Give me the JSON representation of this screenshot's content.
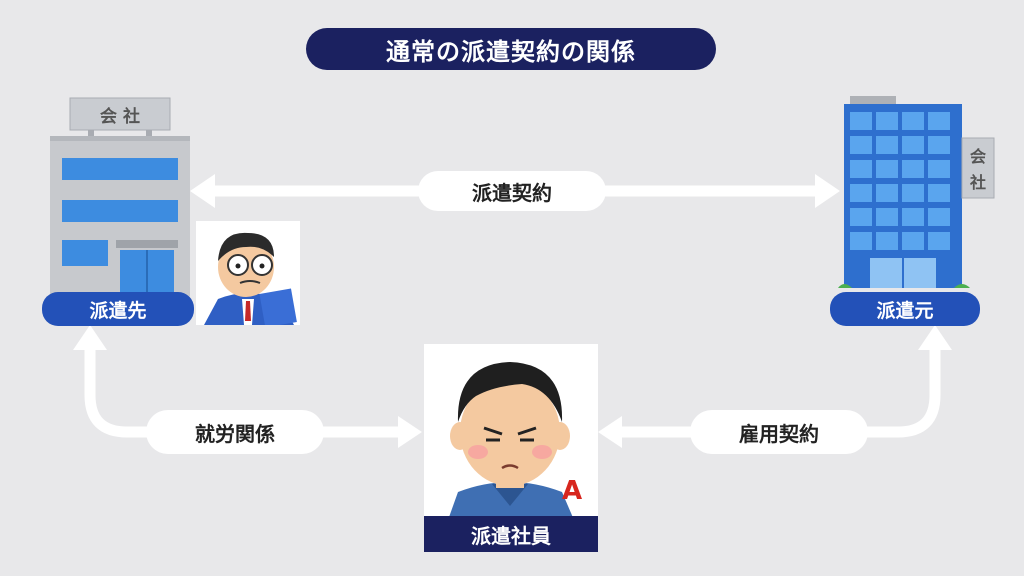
{
  "title": "通常の派遣契約の関係",
  "edges": {
    "dispatch_contract": "派遣契約",
    "work_relation": "就労関係",
    "employment_contract": "雇用契約"
  },
  "nodes": {
    "client": {
      "label": "派遣先",
      "sign": "会 社"
    },
    "agency": {
      "label": "派遣元",
      "sign_top": "会",
      "sign_bottom": "社"
    },
    "worker": {
      "label": "派遣社員",
      "badge": "A"
    }
  },
  "colors": {
    "background": "#e8e8ea",
    "title_bg": "#1b2160",
    "node_label_bg": "#2351b8",
    "badge": "#d7261e",
    "arrow": "#ffffff"
  },
  "icons": {
    "client_building": "office-building-icon",
    "agency_building": "tower-building-icon",
    "client_person": "manager-person-icon",
    "worker_person": "worker-person-icon"
  }
}
